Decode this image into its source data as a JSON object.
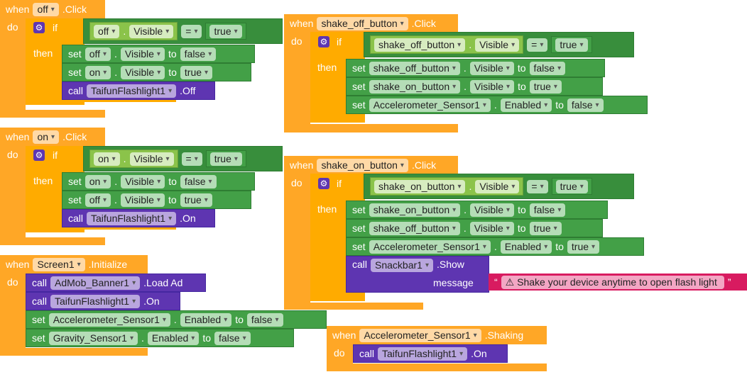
{
  "labels": {
    "when": "when",
    "do": "do",
    "if": "if",
    "then": "then",
    "set": "set",
    "to": "to",
    "call": "call",
    "dot": ".",
    "message": "message",
    "eq": "=",
    "open_quote": "“",
    "close_quote": "”",
    "gear": "⚙"
  },
  "off_click": {
    "component": "off",
    "event": ".Click",
    "cond_component": "off",
    "cond_prop": "Visible",
    "cond_value": "true",
    "set1": {
      "component": "off",
      "prop": "Visible",
      "value": "false"
    },
    "set2": {
      "component": "on",
      "prop": "Visible",
      "value": "true"
    },
    "call": {
      "component": "TaifunFlashlight1",
      "method": ".Off"
    }
  },
  "on_click": {
    "component": "on",
    "event": ".Click",
    "cond_component": "on",
    "cond_prop": "Visible",
    "cond_value": "true",
    "set1": {
      "component": "on",
      "prop": "Visible",
      "value": "false"
    },
    "set2": {
      "component": "off",
      "prop": "Visible",
      "value": "true"
    },
    "call": {
      "component": "TaifunFlashlight1",
      "method": ".On"
    }
  },
  "screen_init": {
    "component": "Screen1",
    "event": ".Initialize",
    "call1": {
      "component": "AdMob_Banner1",
      "method": ".Load Ad"
    },
    "call2": {
      "component": "TaifunFlashlight1",
      "method": ".On"
    },
    "set1": {
      "component": "Accelerometer_Sensor1",
      "prop": "Enabled",
      "value": "false"
    },
    "set2": {
      "component": "Gravity_Sensor1",
      "prop": "Enabled",
      "value": "false"
    }
  },
  "shake_off_click": {
    "component": "shake_off_button",
    "event": ".Click",
    "cond_component": "shake_off_button",
    "cond_prop": "Visible",
    "cond_value": "true",
    "set1": {
      "component": "shake_off_button",
      "prop": "Visible",
      "value": "false"
    },
    "set2": {
      "component": "shake_on_button",
      "prop": "Visible",
      "value": "true"
    },
    "set3": {
      "component": "Accelerometer_Sensor1",
      "prop": "Enabled",
      "value": "false"
    }
  },
  "shake_on_click": {
    "component": "shake_on_button",
    "event": ".Click",
    "cond_component": "shake_on_button",
    "cond_prop": "Visible",
    "cond_value": "true",
    "set1": {
      "component": "shake_on_button",
      "prop": "Visible",
      "value": "false"
    },
    "set2": {
      "component": "shake_off_button",
      "prop": "Visible",
      "value": "true"
    },
    "set3": {
      "component": "Accelerometer_Sensor1",
      "prop": "Enabled",
      "value": "true"
    },
    "call": {
      "component": "Snackbar1",
      "method": ".Show",
      "message": "⚠ Shake your device anytime to open flash light"
    }
  },
  "accel_shaking": {
    "component": "Accelerometer_Sensor1",
    "event": ".Shaking",
    "call": {
      "component": "TaifunFlashlight1",
      "method": ".On"
    }
  }
}
